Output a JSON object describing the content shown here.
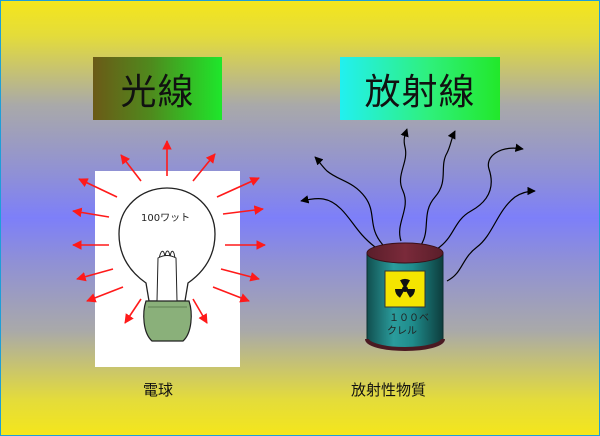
{
  "titles": {
    "light": "光線",
    "radiation": "放射線"
  },
  "bulb": {
    "watt_label": "100ワット",
    "caption": "電球"
  },
  "barrel": {
    "label_line1": "１００ベ",
    "label_line2": "クレル",
    "caption": "放射性物質"
  },
  "colors": {
    "ray_arrow": "#ff1a1a",
    "radiation_symbol_bg": "#f5e500",
    "barrel_body": "#1f8c8c"
  }
}
